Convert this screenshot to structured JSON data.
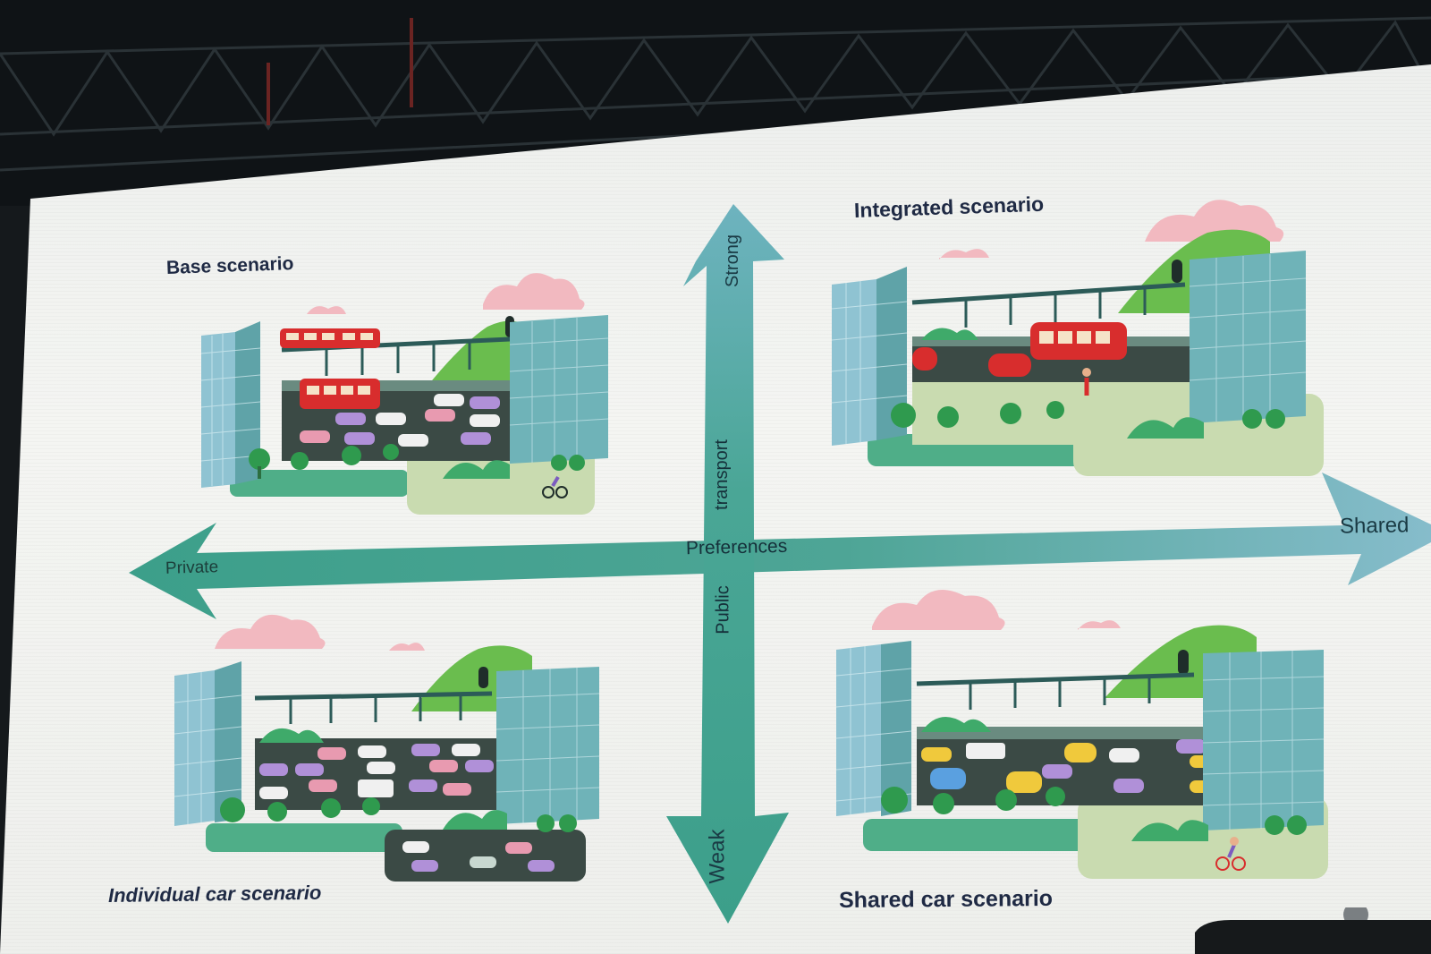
{
  "scenarios": {
    "base": "Base scenario",
    "integrated": "Integrated scenario",
    "individual": "Individual car scenario",
    "shared": "Shared car scenario"
  },
  "axes": {
    "vertical_title_a": "Public",
    "vertical_title_b": "transport",
    "vertical_top": "Strong",
    "vertical_bottom": "Weak",
    "horizontal_title": "Preferences",
    "horizontal_left": "Private",
    "horizontal_right": "Shared"
  },
  "colors": {
    "arrow_teal": "#3c9f8a",
    "arrow_light": "#79b7c4",
    "hill_green": "#6abd4e",
    "bus_red": "#d82d2d",
    "glass_blue": "#8fc3d2",
    "cloud_pink": "#f2b9c0",
    "ground_green": "#4fae88",
    "path_sage": "#c9dbb0"
  }
}
